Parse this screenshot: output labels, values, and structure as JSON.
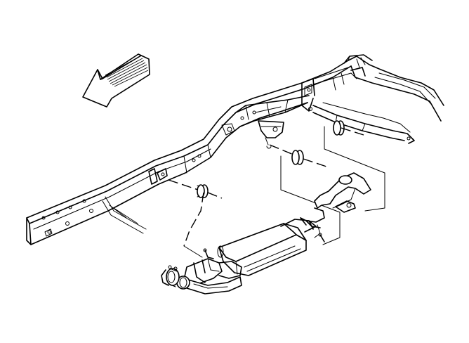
{
  "figure": {
    "kind": "exhaust-system-mounting-illustration",
    "icons": [
      "front-direction-arrow-icon",
      "vehicle-frame-rail",
      "crossmember",
      "hanger-bracket",
      "rubber-insulator",
      "muffler",
      "catalytic-converter",
      "tailpipe",
      "clamp",
      "callout-line"
    ],
    "colors": {
      "line": "#000000",
      "background": "#ffffff"
    }
  }
}
